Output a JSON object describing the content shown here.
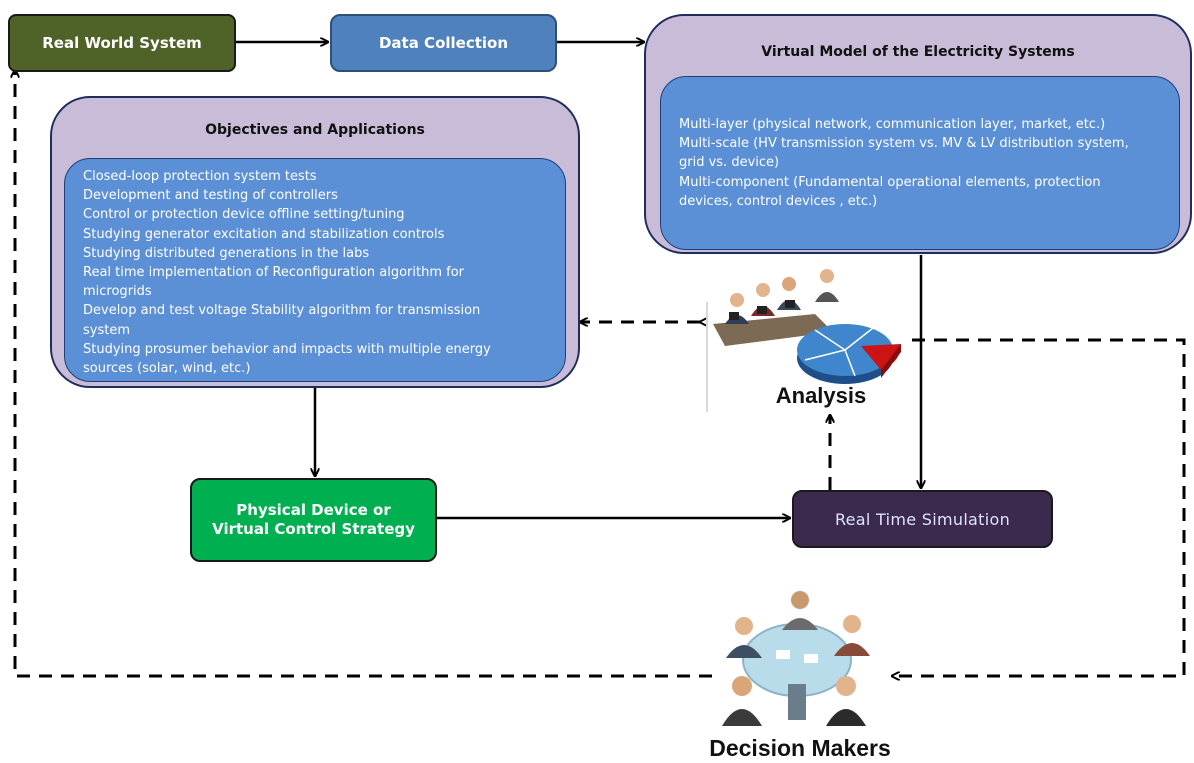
{
  "nodes": {
    "real_world": "Real World System",
    "data_collection": "Data Collection",
    "virtual_model": {
      "title": "Virtual Model of the Electricity Systems",
      "lines": [
        "Multi-layer (physical network, communication layer, market, etc.)",
        "Multi-scale (HV transmission system vs. MV & LV distribution system,",
        "grid vs. device)",
        "Multi-component (Fundamental operational elements, protection",
        "devices, control devices , etc.)"
      ]
    },
    "objectives": {
      "title": "Objectives and Applications",
      "lines": [
        "Closed-loop protection system tests",
        "Development and testing of controllers",
        "Control or protection device offline setting/tuning",
        "Studying generator excitation and stabilization controls",
        "Studying distributed generations in the labs",
        "Real time implementation of Reconfiguration algorithm for",
        "microgrids",
        "Develop and test voltage Stability algorithm for transmission",
        "system",
        "Studying prosumer behavior and impacts with multiple energy",
        "sources (solar, wind, etc.)"
      ]
    },
    "physical_device": {
      "line1": "Physical Device or",
      "line2": "Virtual Control Strategy"
    },
    "real_time_sim": "Real Time Simulation",
    "analysis": "Analysis",
    "decision_makers": "Decision Makers"
  },
  "colors": {
    "real_world": "#4f6228",
    "data_collection": "#4f81bd",
    "physical_device": "#00b050",
    "real_time_sim": "#3b2a4e",
    "outer_box": "#c8bcd8",
    "inner_box": "#5b8fd6"
  },
  "icons": {
    "analysis": "people-at-computers-with-pie-chart-icon",
    "decision_makers": "people-meeting-at-table-icon"
  }
}
